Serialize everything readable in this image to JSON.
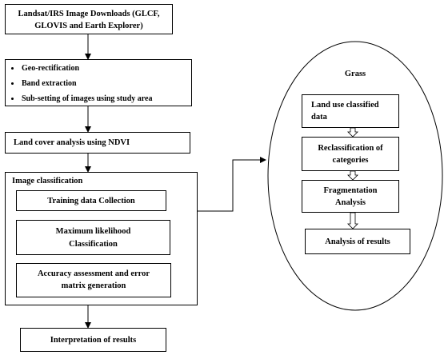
{
  "downloads": {
    "line1": "Landsat/IRS Image Downloads (GLCF,",
    "line2": "GLOVIS and Earth Explorer)"
  },
  "preprocessing": {
    "items": [
      "Geo-rectification",
      "Band extraction",
      "Sub-setting of images using study area"
    ]
  },
  "ndvi": {
    "label": "Land cover analysis using NDVI"
  },
  "classification": {
    "title": "Image classification",
    "training": "Training data Collection",
    "ml_line1": "Maximum likelihood",
    "ml_line2": "Classification",
    "acc_line1": "Accuracy assessment and error",
    "acc_line2": "matrix generation"
  },
  "interpretation": {
    "label": "Interpretation of results"
  },
  "grass": {
    "title": "Grass",
    "landuse_line1": "Land use classified",
    "landuse_line2": "data",
    "reclass_line1": "Reclassification of",
    "reclass_line2": "categories",
    "frag_line1": "Fragmentation",
    "frag_line2": "Analysis",
    "analysis": "Analysis of results"
  }
}
